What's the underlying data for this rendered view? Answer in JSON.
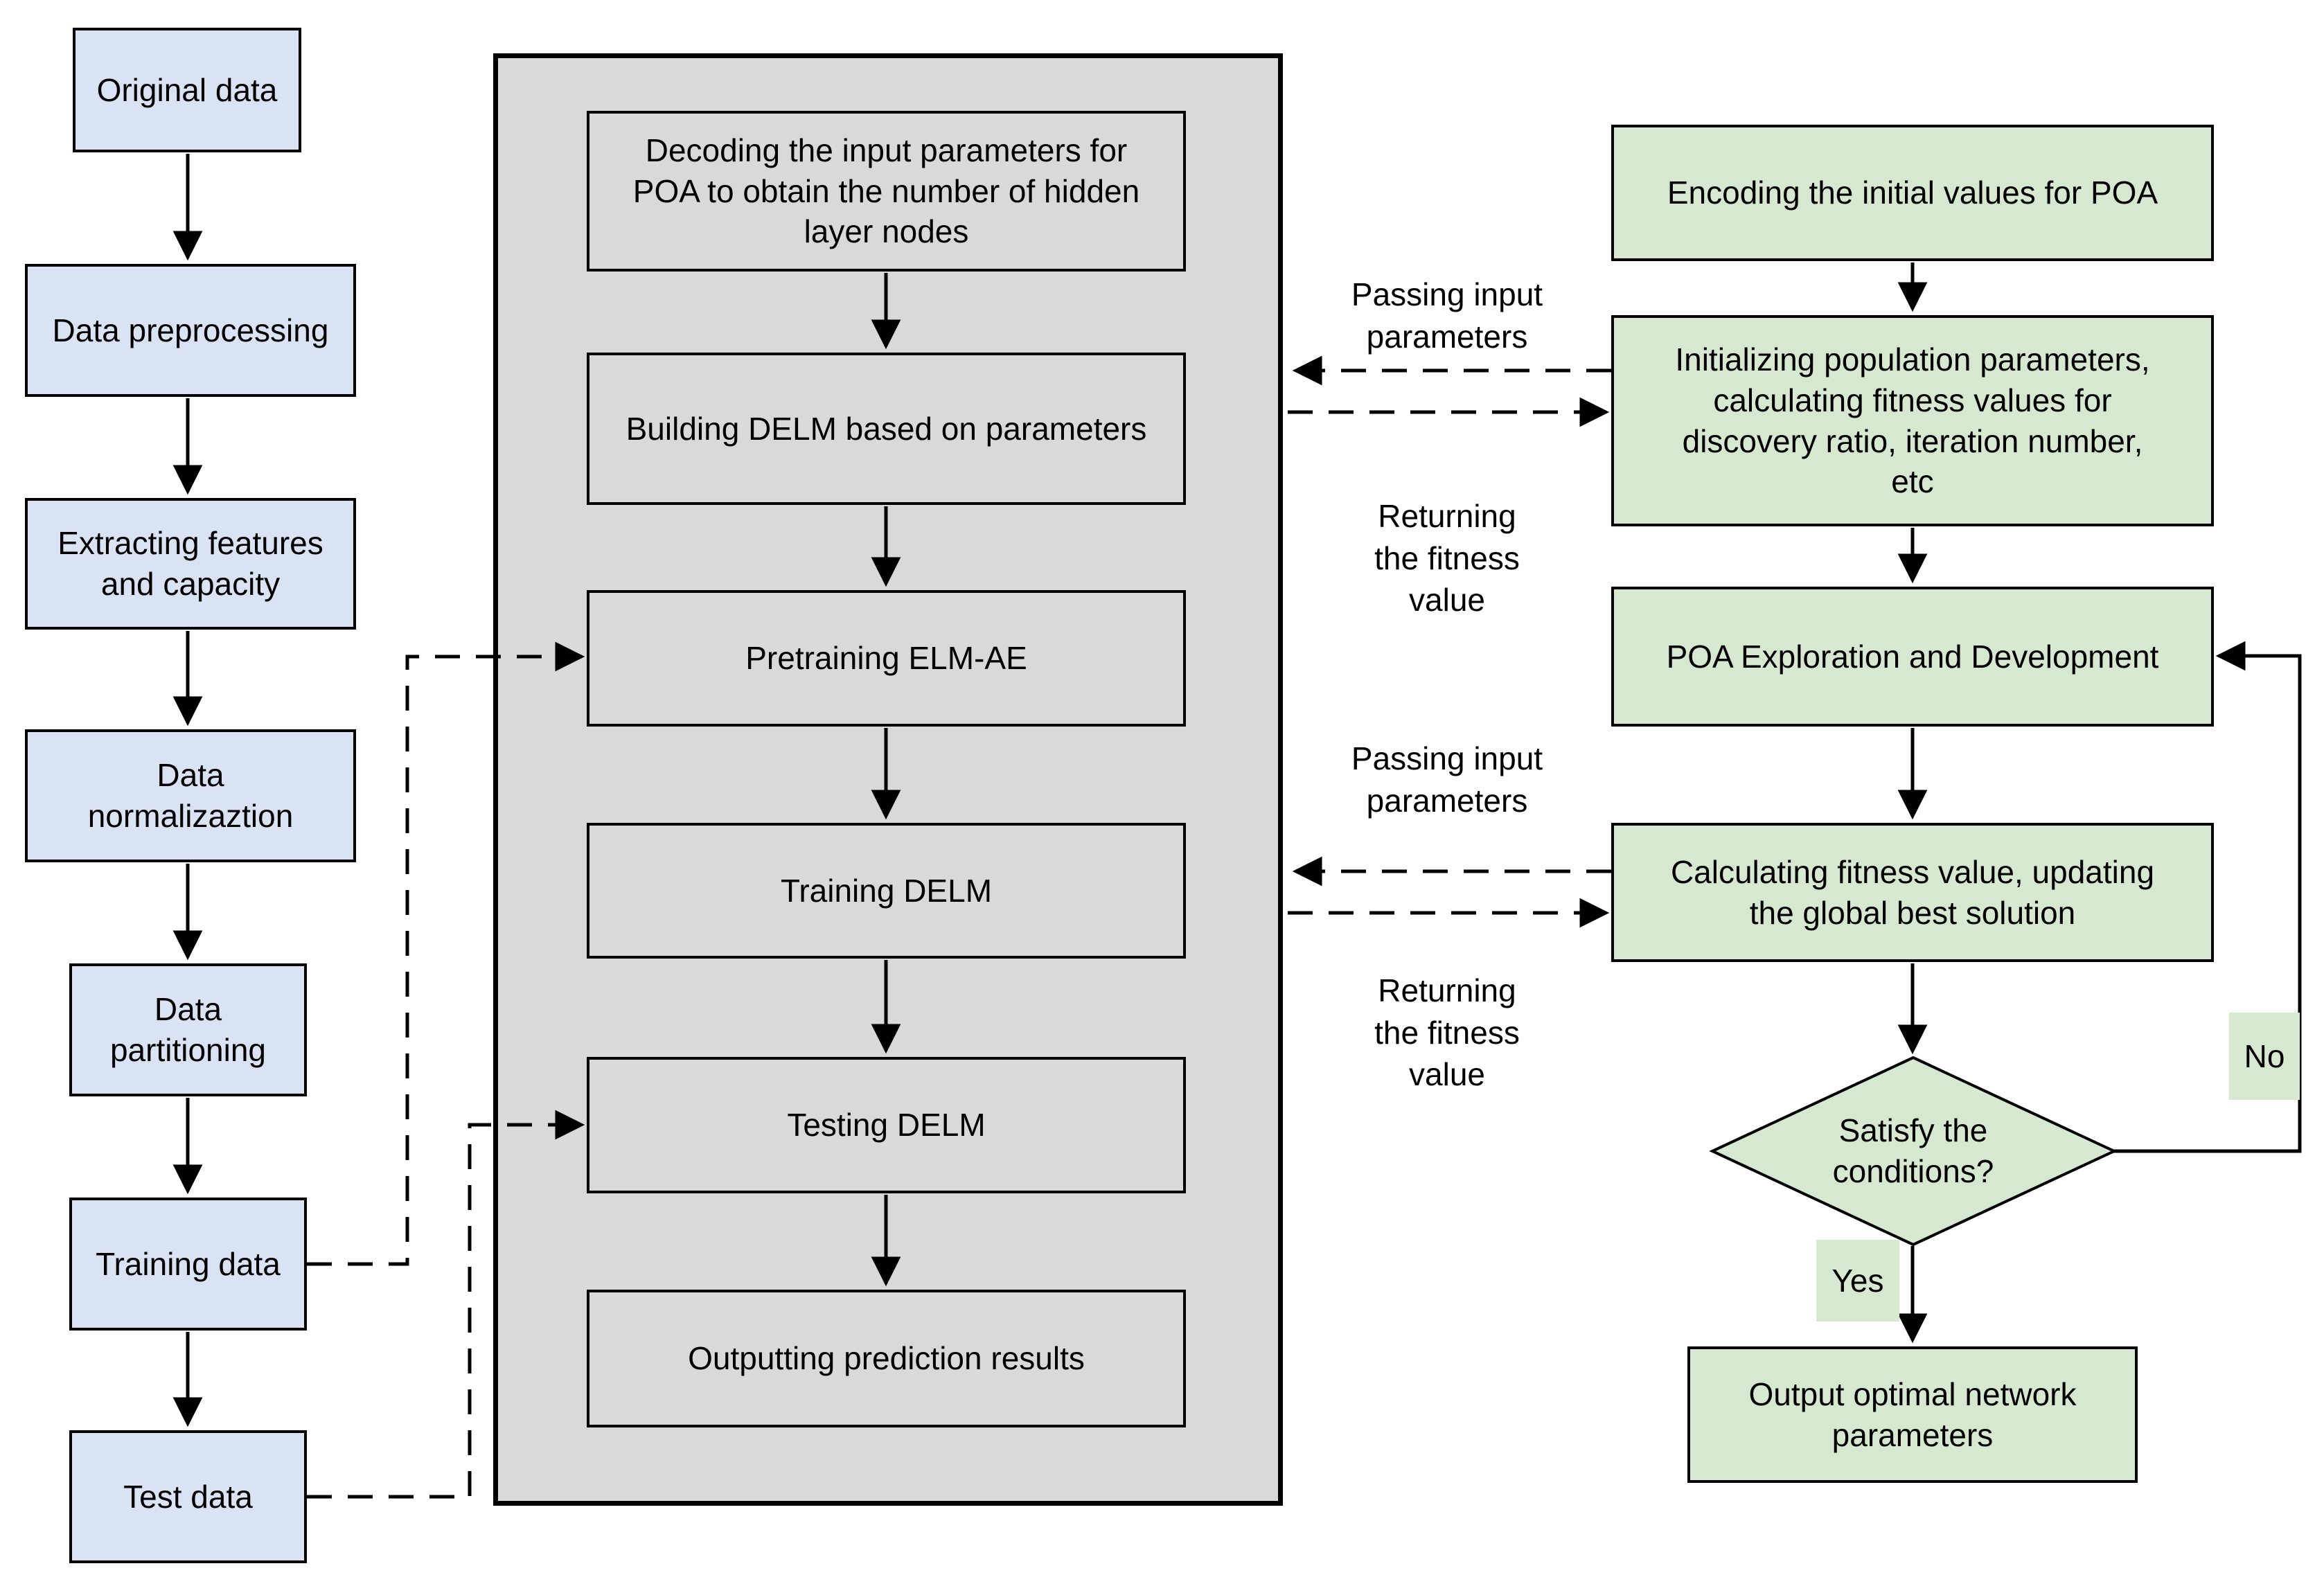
{
  "colors": {
    "box_blue": "#dae3f3",
    "box_gray": "#d9d9d9",
    "box_green": "#d7e8d1",
    "line": "#000000",
    "background": "#ffffff"
  },
  "data_pipeline": {
    "boxes": [
      {
        "label": "Original data"
      },
      {
        "label": "Data preprocessing"
      },
      {
        "label": "Extracting features\nand capacity"
      },
      {
        "label": "Data\nnormalizaztion"
      },
      {
        "label": "Data\npartitioning"
      },
      {
        "label": "Training data"
      },
      {
        "label": "Test data"
      }
    ]
  },
  "delm_module": {
    "boxes": [
      {
        "label": "Decoding the input parameters for\nPOA to obtain the number of hidden\nlayer nodes"
      },
      {
        "label": "Building DELM based on parameters"
      },
      {
        "label": "Pretraining ELM-AE"
      },
      {
        "label": "Training DELM"
      },
      {
        "label": "Testing DELM"
      },
      {
        "label": "Outputting prediction results"
      }
    ]
  },
  "poa_module": {
    "boxes": [
      {
        "label": "Encoding the initial values for POA"
      },
      {
        "label": "Initializing population parameters,\ncalculating fitness values for\ndiscovery ratio, iteration number,\netc"
      },
      {
        "label": "POA Exploration and Development"
      },
      {
        "label": "Calculating fitness value, updating\nthe global best solution"
      }
    ],
    "decision": {
      "label": "Satisfy the\nconditions?",
      "yes_label": "Yes",
      "no_label": "No"
    },
    "output_box": {
      "label": "Output optimal network\nparameters"
    }
  },
  "edge_labels": {
    "passing_upper": "Passing input\nparameters",
    "returning_upper": "Returning\nthe fitness\nvalue",
    "passing_lower": "Passing input\nparameters",
    "returning_lower": "Returning\nthe fitness\nvalue"
  }
}
